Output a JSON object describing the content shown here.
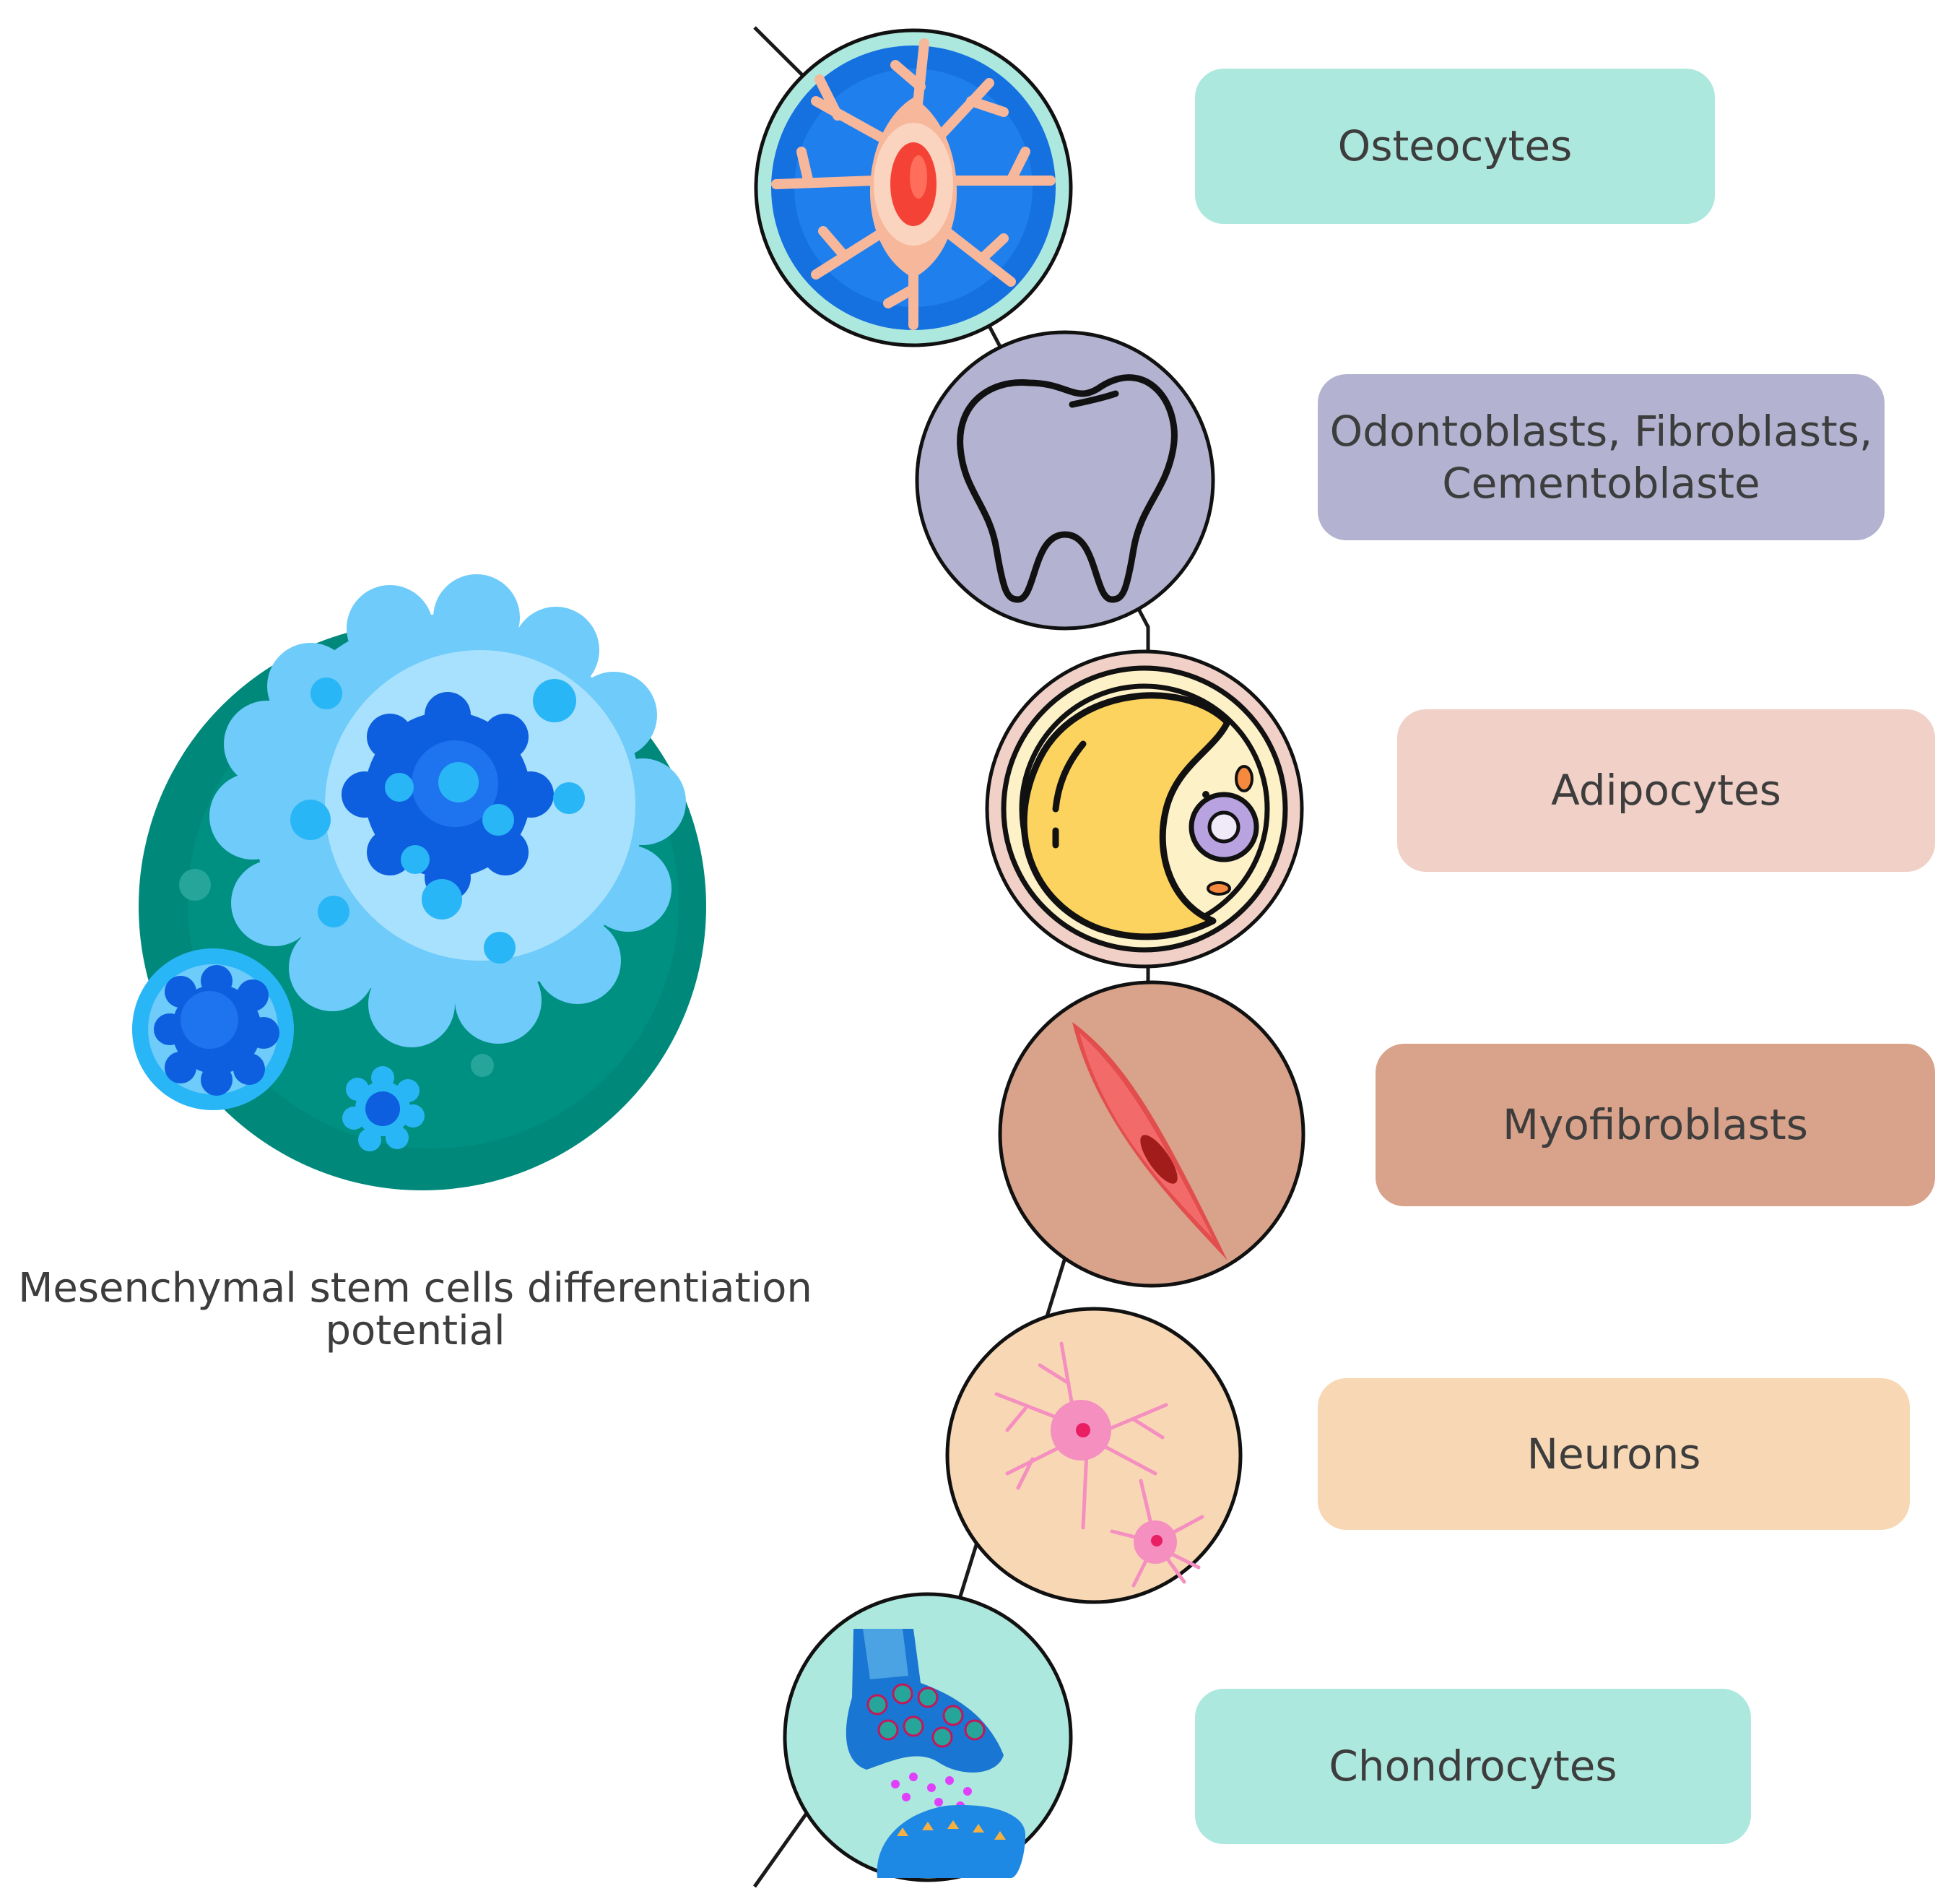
{
  "diagram": {
    "caption": "Mesenchymal stem cells differentiation potential",
    "cell_types": [
      {
        "id": "osteocytes",
        "label": "Osteocytes",
        "color": "#ade8de"
      },
      {
        "id": "odontoblasts",
        "label": "Odontoblasts, Fibroblasts, Cementoblaste",
        "color": "#b3b3d1"
      },
      {
        "id": "adipocytes",
        "label": "Adipocytes",
        "color": "#f0d0c7"
      },
      {
        "id": "myofibroblasts",
        "label": "Myofibroblasts",
        "color": "#d9a38b"
      },
      {
        "id": "neurons",
        "label": "Neurons",
        "color": "#f8d8b4"
      },
      {
        "id": "chondrocytes",
        "label": "Chondrocytes",
        "color": "#ade8de"
      }
    ]
  }
}
